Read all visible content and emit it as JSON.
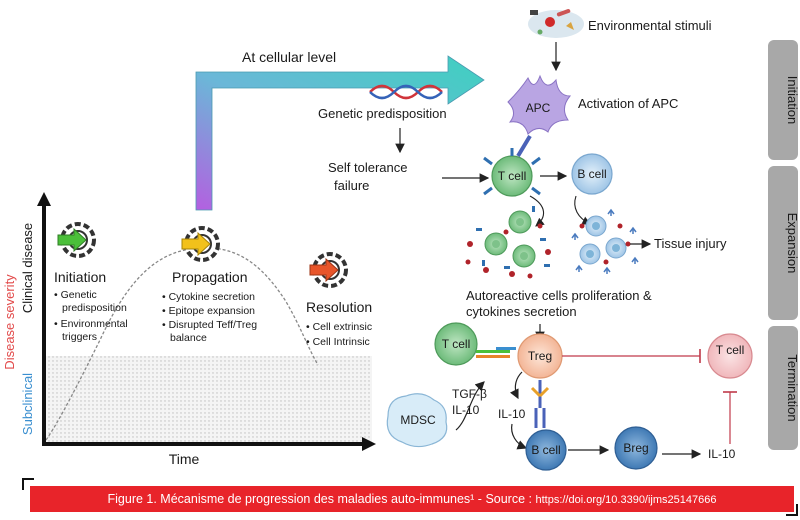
{
  "left_panel": {
    "y_axis_severity": "Disease severity",
    "y_axis_clinical": "Clinical disease",
    "y_axis_subclinical": "Subclinical",
    "x_axis": "Time",
    "stages": [
      {
        "title": "Initiation",
        "bullets": [
          "• Genetic",
          "predisposition",
          "• Environmental",
          "triggers"
        ],
        "color": "#4bbf3a"
      },
      {
        "title": "Propagation",
        "bullets": [
          "• Cytokine secretion",
          "• Epitope expansion",
          "• Disrupted Teff/Treg",
          "balance"
        ],
        "color": "#f2c11b"
      },
      {
        "title": "Resolution",
        "bullets": [
          "• Cell extrinsic",
          "• Cell Intrinsic"
        ],
        "color": "#e8552a"
      }
    ]
  },
  "arrow_label": "At cellular level",
  "right_panel": {
    "environmental_stimuli": "Environmental stimuli",
    "genetic_predisposition": "Genetic predisposition",
    "activation_apc": "Activation of APC",
    "apc": "APC",
    "self_tolerance": [
      "Self tolerance",
      "failure"
    ],
    "t_cell": "T cell",
    "b_cell": "B cell",
    "tissue_injury": "Tissue injury",
    "autoreactive": [
      "Autoreactive cells proliferation &",
      "cytokines secretion"
    ],
    "t_cell_left": "T cell",
    "treg": "Treg",
    "t_cell_right": "T cell",
    "mdsc": "MDSC",
    "tgf": [
      "TGF-β",
      "IL-10"
    ],
    "il10_mid": "IL-10",
    "b_cell_bottom": "B cell",
    "breg": "Breg",
    "il10_right": "IL-10"
  },
  "phases": [
    "Initiation",
    "Expansion",
    "Termination"
  ],
  "caption": {
    "text": "Figure 1. Mécanisme de progression des maladies auto-immunes¹ - Source : ",
    "url": "https://doi.org/10.3390/ijms25147666"
  }
}
